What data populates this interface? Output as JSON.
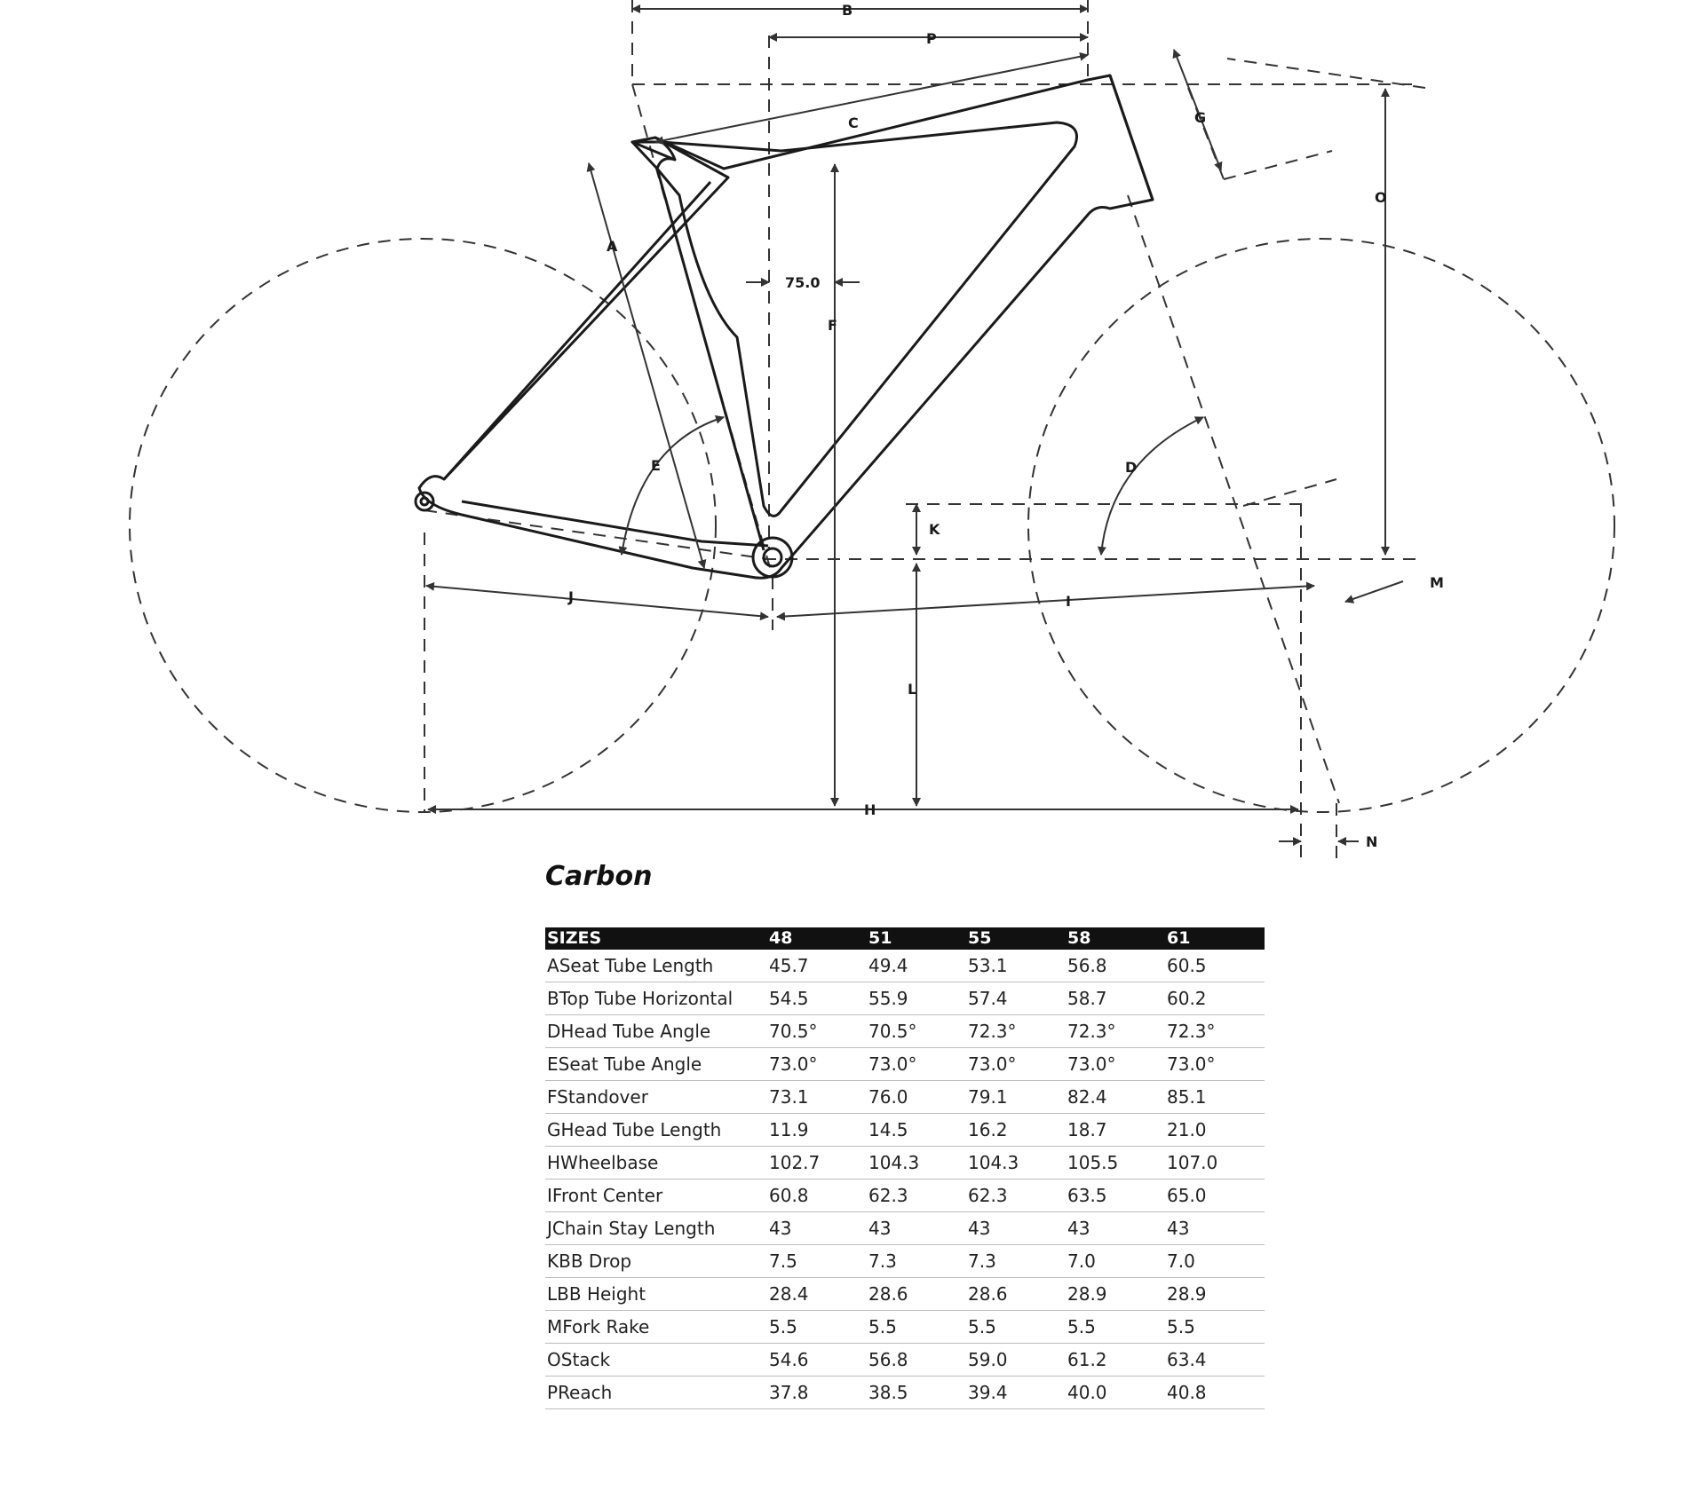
{
  "diagram": {
    "angle_label": "75.0",
    "letters": [
      "A",
      "B",
      "C",
      "D",
      "E",
      "F",
      "G",
      "H",
      "I",
      "J",
      "K",
      "L",
      "M",
      "N",
      "O",
      "P"
    ]
  },
  "geometry": {
    "title": "Carbon",
    "header": {
      "label": "SIZES",
      "sizes": [
        "48",
        "51",
        "55",
        "58",
        "61"
      ]
    },
    "rows": [
      {
        "code": "A",
        "name": "Seat Tube Length",
        "values": [
          "45.7",
          "49.4",
          "53.1",
          "56.8",
          "60.5"
        ]
      },
      {
        "code": "B",
        "name": "Top Tube Horizontal",
        "values": [
          "54.5",
          "55.9",
          "57.4",
          "58.7",
          "60.2"
        ]
      },
      {
        "code": "D",
        "name": "Head Tube Angle",
        "values": [
          "70.5°",
          "70.5°",
          "72.3°",
          "72.3°",
          "72.3°"
        ]
      },
      {
        "code": "E",
        "name": "Seat Tube Angle",
        "values": [
          "73.0°",
          "73.0°",
          "73.0°",
          "73.0°",
          "73.0°"
        ]
      },
      {
        "code": "F",
        "name": "Standover",
        "values": [
          "73.1",
          "76.0",
          "79.1",
          "82.4",
          "85.1"
        ]
      },
      {
        "code": "G",
        "name": "Head Tube Length",
        "values": [
          "11.9",
          "14.5",
          "16.2",
          "18.7",
          "21.0"
        ]
      },
      {
        "code": "H",
        "name": "Wheelbase",
        "values": [
          "102.7",
          "104.3",
          "104.3",
          "105.5",
          "107.0"
        ]
      },
      {
        "code": "I",
        "name": "Front Center",
        "values": [
          "60.8",
          "62.3",
          "62.3",
          "63.5",
          "65.0"
        ]
      },
      {
        "code": "J",
        "name": "Chain Stay Length",
        "values": [
          "43",
          "43",
          "43",
          "43",
          "43"
        ]
      },
      {
        "code": "K",
        "name": "BB Drop",
        "values": [
          "7.5",
          "7.3",
          "7.3",
          "7.0",
          "7.0"
        ]
      },
      {
        "code": "L",
        "name": "BB Height",
        "values": [
          "28.4",
          "28.6",
          "28.6",
          "28.9",
          "28.9"
        ]
      },
      {
        "code": "M",
        "name": "Fork Rake",
        "values": [
          "5.5",
          "5.5",
          "5.5",
          "5.5",
          "5.5"
        ]
      },
      {
        "code": "O",
        "name": "Stack",
        "values": [
          "54.6",
          "56.8",
          "59.0",
          "61.2",
          "63.4"
        ]
      },
      {
        "code": "P",
        "name": "Reach",
        "values": [
          "37.8",
          "38.5",
          "39.4",
          "40.0",
          "40.8"
        ]
      }
    ]
  }
}
